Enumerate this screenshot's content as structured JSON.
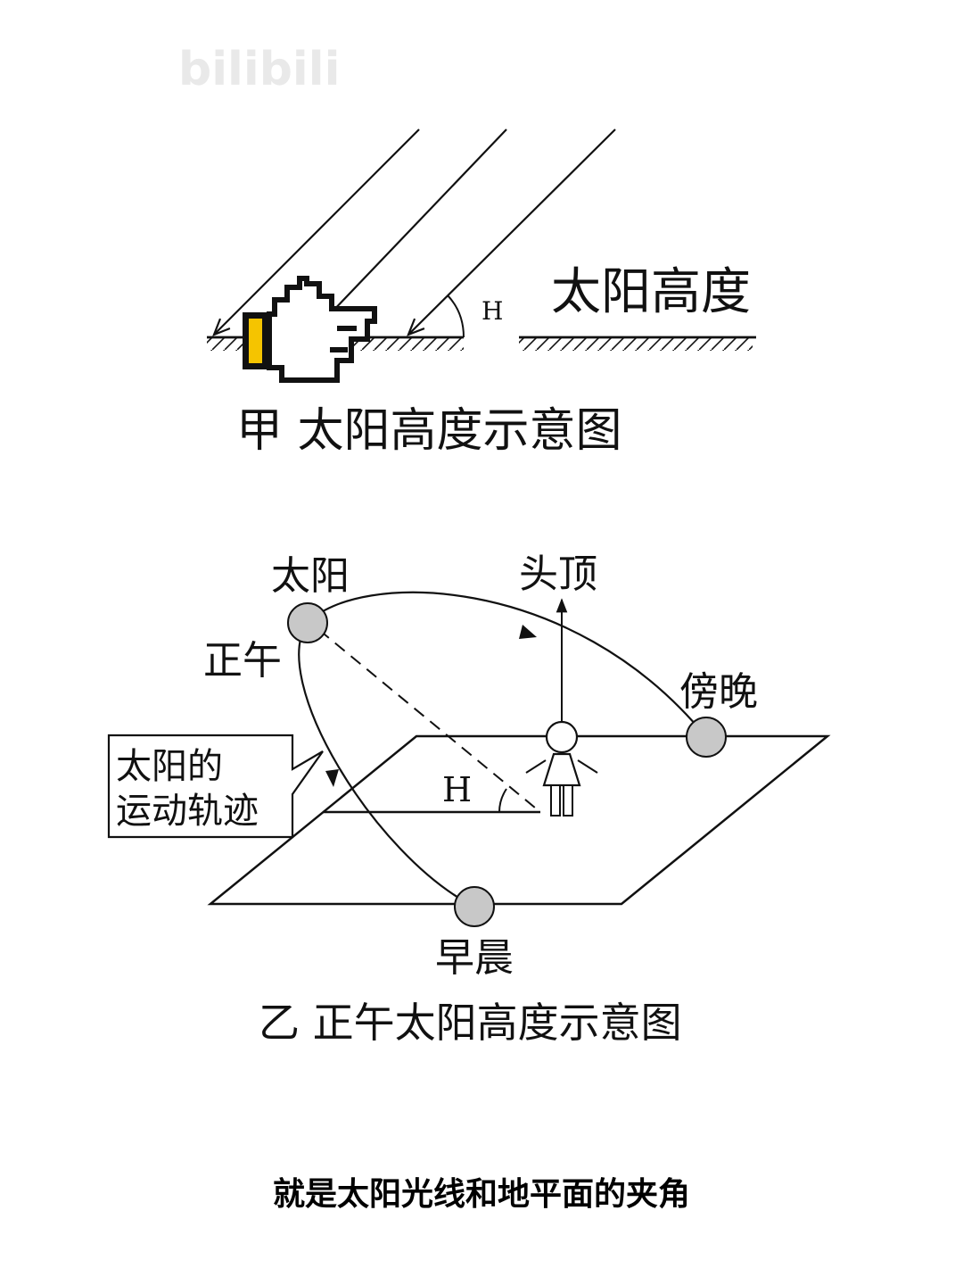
{
  "watermark": "bilibili",
  "figure_a": {
    "angle_label": "H",
    "heading": "太阳高度",
    "caption": "甲 太阳高度示意图"
  },
  "figure_b": {
    "sun_label": "太阳",
    "noon_label": "正午",
    "zenith_label": "头顶",
    "evening_label": "傍晚",
    "track_label_line1": "太阳的",
    "track_label_line2": "运动轨迹",
    "angle_label": "H",
    "morning_label": "早晨",
    "caption": "乙  正午太阳高度示意图"
  },
  "subtitle": "就是太阳光线和地平面的夹角",
  "colors": {
    "sun_fill": "#c8c8c8",
    "cursor_accent": "#f5c400"
  },
  "icons": {
    "pointer": "pixel-hand-pointer-icon"
  }
}
